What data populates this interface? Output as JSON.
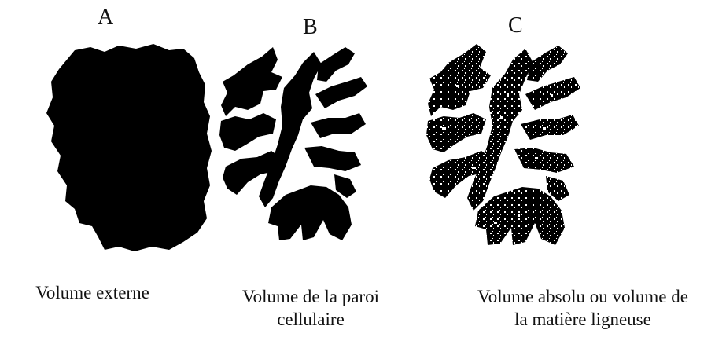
{
  "panels": [
    {
      "letter": "A",
      "caption_lines": [
        "Volume externe"
      ]
    },
    {
      "letter": "B",
      "caption_lines": [
        "Volume de la paroi",
        "cellulaire"
      ]
    },
    {
      "letter": "C",
      "caption_lines": [
        "Volume absolu ou volume de",
        "la matière ligneuse"
      ]
    }
  ],
  "colors": {
    "ink": "#000000",
    "background": "#ffffff"
  }
}
